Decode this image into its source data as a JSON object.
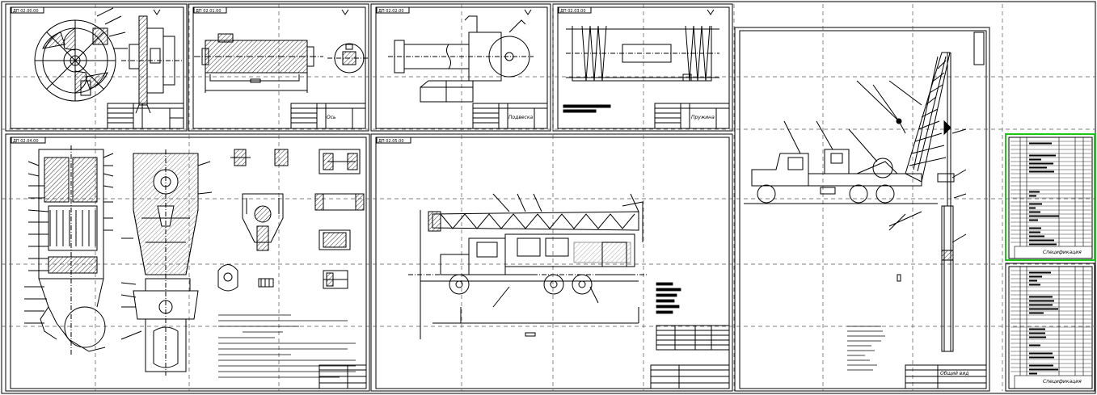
{
  "sheets": {
    "shaft": {
      "caption": "Ось"
    },
    "bracket": {
      "caption": "Подвеска"
    },
    "spring": {
      "caption": "Пружина"
    },
    "overview": {
      "caption": "Общий вид"
    },
    "spec_a": {
      "caption": "Спецификация"
    },
    "spec_b": {
      "caption": "Спецификация"
    }
  },
  "colors": {
    "line": "#000000",
    "grid": "#555555",
    "selection": "#19c819",
    "background": "#ffffff"
  },
  "chart_data": {
    "type": "diagram",
    "elements": [
      "hook-block",
      "mast",
      "truck",
      "winch",
      "drill-string"
    ]
  }
}
